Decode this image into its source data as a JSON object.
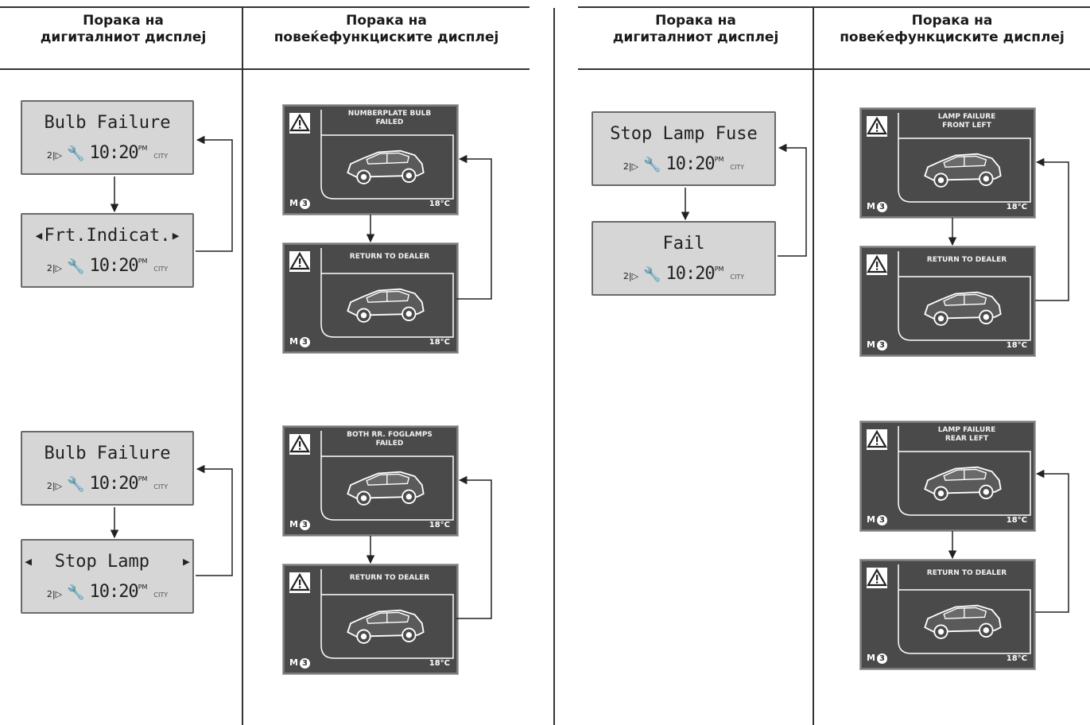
{
  "columns": {
    "digital_header": [
      "Порака на",
      "дигиталниот дисплеј"
    ],
    "multi_header": [
      "Порака на",
      "повеќефункциските дисплеј"
    ]
  },
  "status_line": {
    "odo": "2|▷",
    "time": "10:20",
    "time_suffix": "PM",
    "mode": "CITY",
    "temp": "18°C",
    "gear_prefix": "M",
    "gear": "3"
  },
  "left_group_1": {
    "lcd_a": "Bulb Failure",
    "lcd_b": "◂Frt.Indicat.▸",
    "mfd_a": [
      "NUMBERPLATE BULB",
      "FAILED"
    ],
    "mfd_b": [
      "RETURN TO DEALER"
    ]
  },
  "left_group_2": {
    "lcd_a": "Bulb Failure",
    "lcd_b": "◂  Stop Lamp   ▸",
    "mfd_a": [
      "BOTH RR. FOGLAMPS",
      "FAILED"
    ],
    "mfd_b": [
      "RETURN TO DEALER"
    ]
  },
  "right_group_1": {
    "lcd_a": "Stop Lamp Fuse",
    "lcd_b": "Fail",
    "mfd_a": [
      "LAMP FAILURE",
      "FRONT LEFT"
    ],
    "mfd_b": [
      "RETURN TO DEALER"
    ]
  },
  "right_group_2": {
    "mfd_a": [
      "LAMP FAILURE",
      "REAR LEFT"
    ],
    "mfd_b": [
      "RETURN TO DEALER"
    ]
  },
  "colors": {
    "lcd_bg": "#d6d6d6",
    "mfd_bg": "#4a4a4a",
    "rule": "#333333"
  }
}
